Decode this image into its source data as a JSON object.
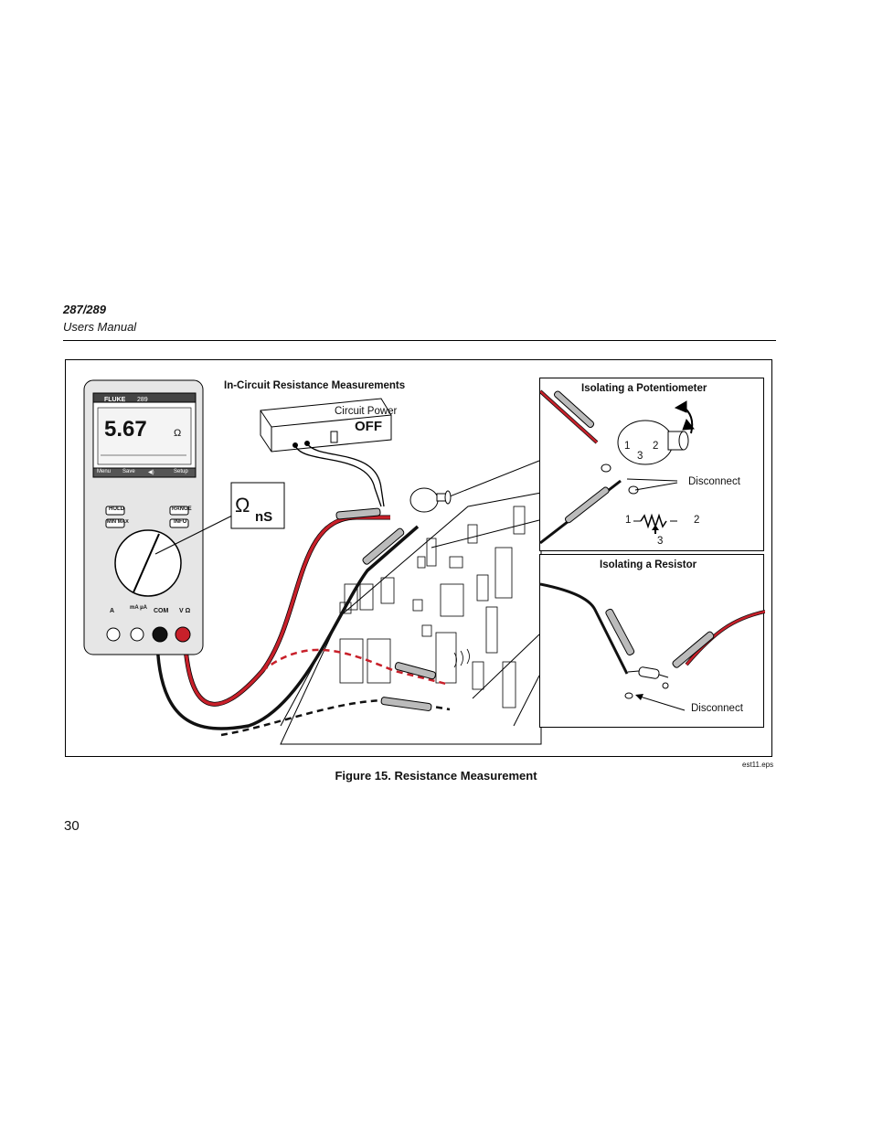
{
  "header": {
    "model": "287/289",
    "manual": "Users Manual"
  },
  "figure": {
    "main_title": "In-Circuit Resistance Measurements",
    "circuit_power_label": "Circuit Power",
    "circuit_power_state": "OFF",
    "meter": {
      "brand": "FLUKE",
      "model_label": "289",
      "display_reading": "5.67",
      "display_unit": "Ω",
      "softkeys": [
        "Menu",
        "Save",
        "◀)",
        "Setup"
      ],
      "buttons": [
        "HOLD",
        "RANGE",
        "MIN MAX",
        "INFO"
      ],
      "dial_badge": "Ω",
      "dial_badge_sub": "nS",
      "jacks": [
        "A",
        "mA µA",
        "COM",
        "V Ω"
      ]
    },
    "inset_potentiometer": {
      "title": "Isolating a Potentiometer",
      "pin_labels": [
        "1",
        "2",
        "3"
      ],
      "disconnect_label": "Disconnect",
      "schematic_labels": [
        "1",
        "2",
        "3"
      ]
    },
    "inset_resistor": {
      "title": "Isolating a Resistor",
      "disconnect_label": "Disconnect"
    },
    "caption": "Figure 15. Resistance Measurement",
    "file_name": "est11.eps"
  },
  "page_number": "30",
  "colors": {
    "red_lead": "#c8202a",
    "black_lead": "#111111",
    "meter_body": "#e6e6e6"
  }
}
